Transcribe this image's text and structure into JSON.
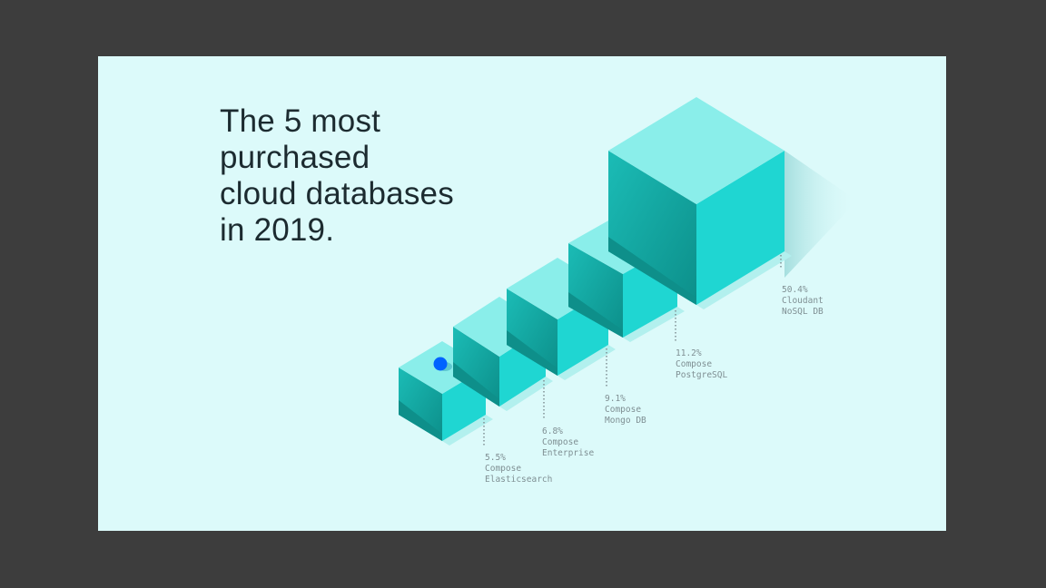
{
  "chart_data": {
    "type": "bar",
    "title_lines": [
      "The 5 most",
      "purchased",
      "cloud databases",
      "in 2019."
    ],
    "categories": [
      "Compose Elasticsearch",
      "Compose Enterprise",
      "Compose Mongo DB",
      "Compose PostgreSQL",
      "Cloudant NoSQL DB"
    ],
    "labels": [
      {
        "value": "5.5%",
        "line1": "Compose",
        "line2": "Elasticsearch"
      },
      {
        "value": "6.8%",
        "line1": "Compose",
        "line2": "Enterprise"
      },
      {
        "value": "9.1%",
        "line1": "Compose",
        "line2": "Mongo DB"
      },
      {
        "value": "11.2%",
        "line1": "Compose",
        "line2": "PostgreSQL"
      },
      {
        "value": "50.4%",
        "line1": "Cloudant",
        "line2": "NoSQL DB"
      }
    ],
    "values": [
      5.5,
      6.8,
      9.1,
      11.2,
      50.4
    ],
    "unit": "%"
  },
  "colors": {
    "top": "#8aeeea",
    "right": "#1fd6d2",
    "interior": "#0f9e98",
    "marker": "#0062ff",
    "background": "#dcfafa"
  }
}
